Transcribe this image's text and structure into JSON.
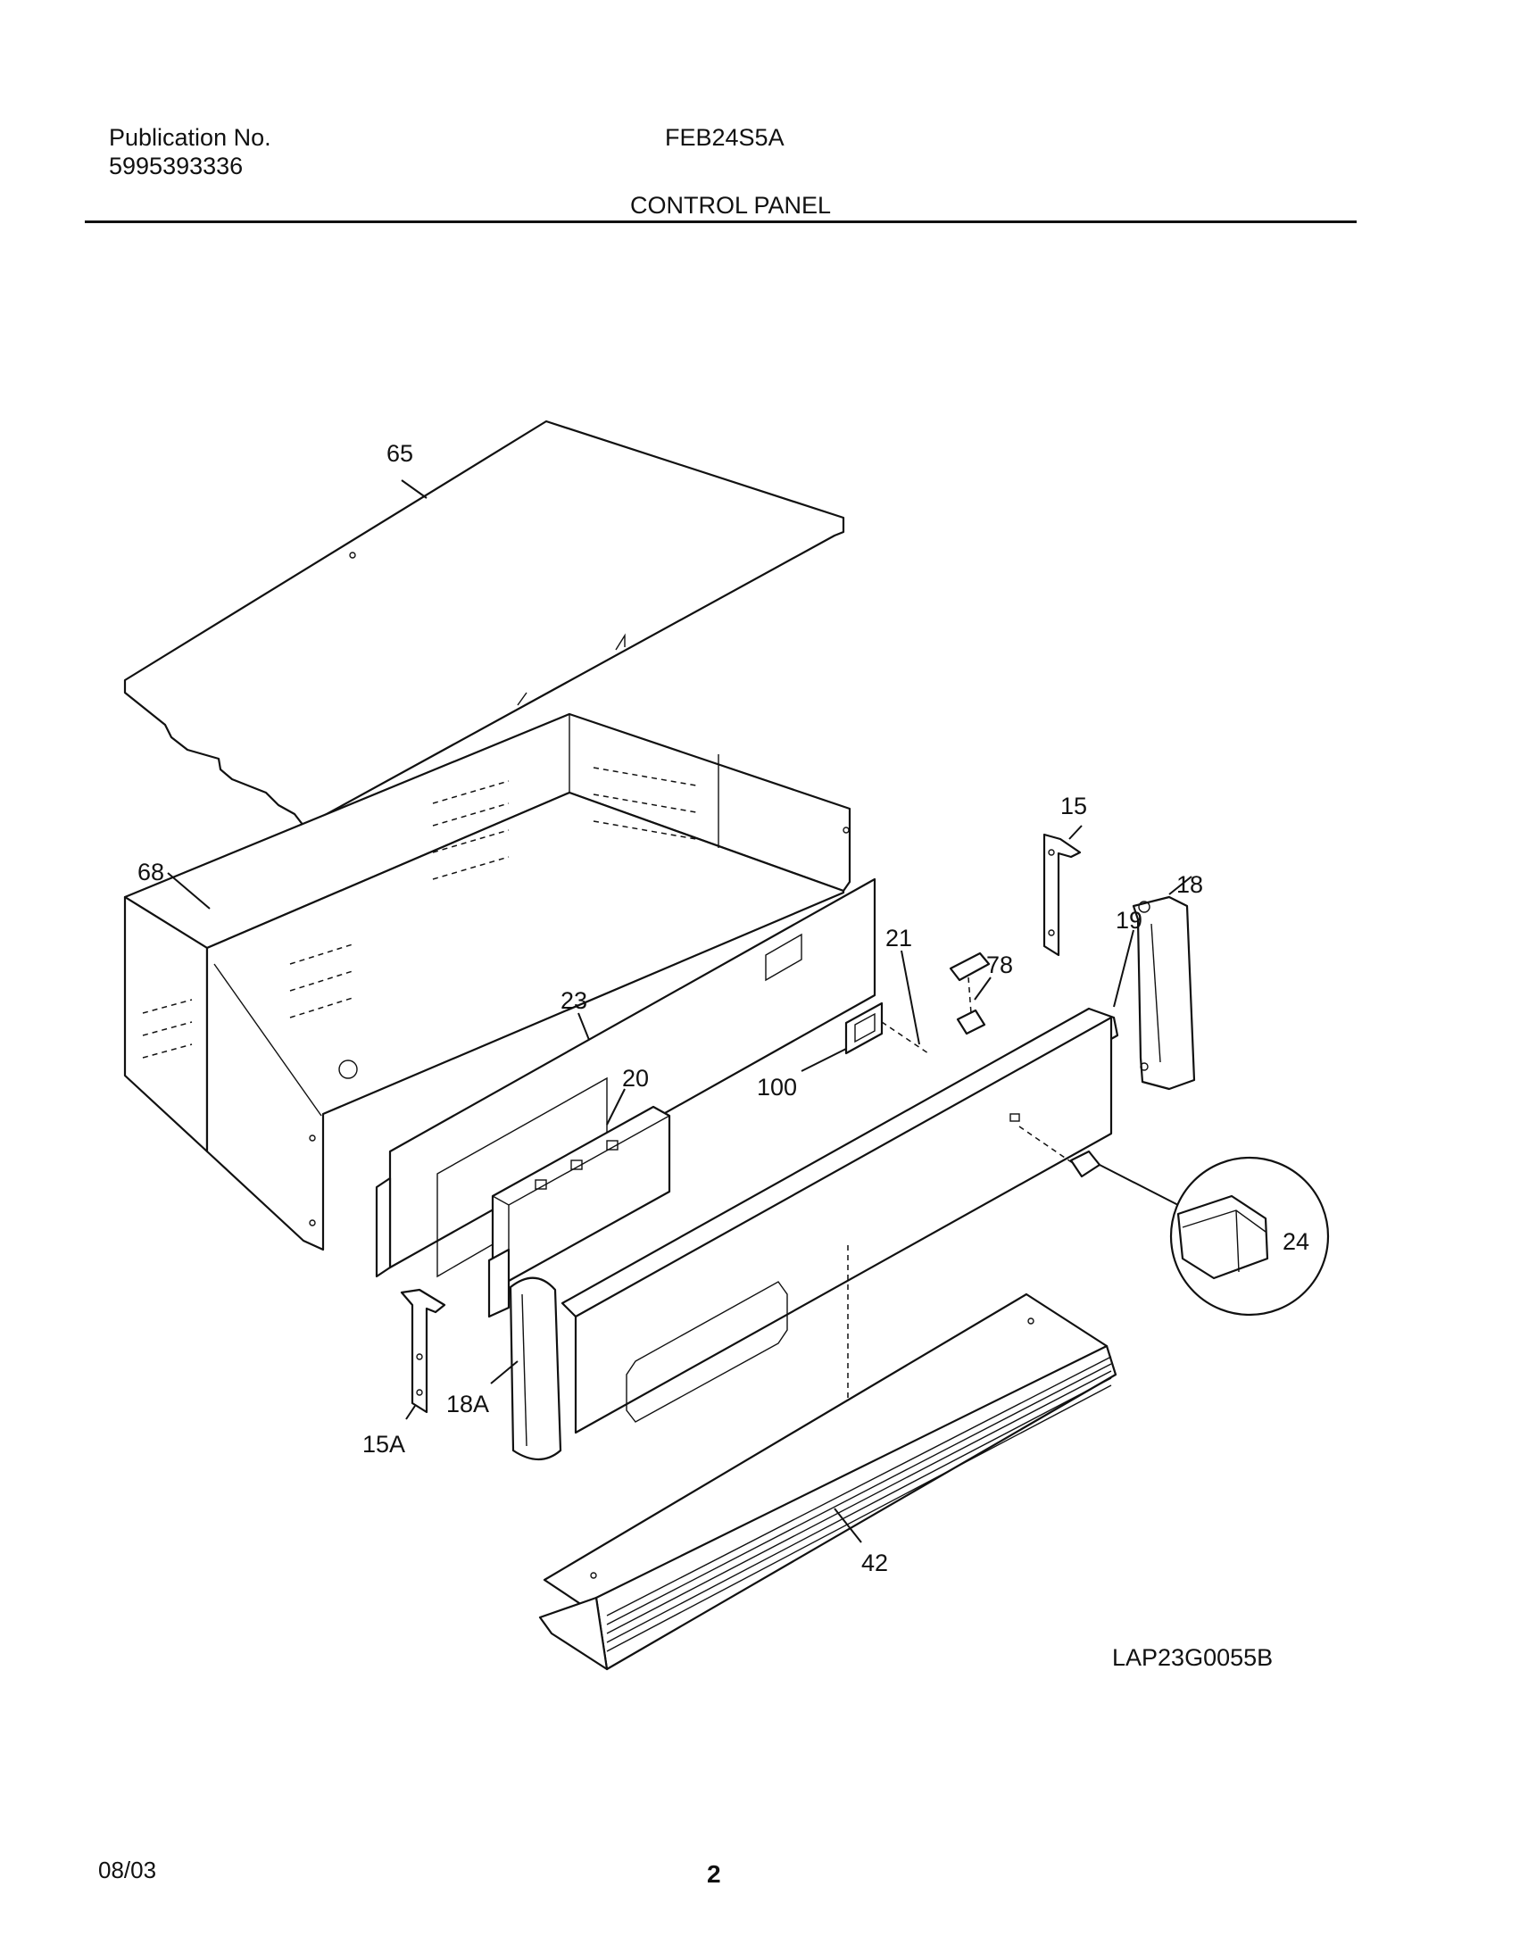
{
  "header": {
    "publication_label": "Publication No.",
    "publication_number": "5995393336",
    "model": "FEB24S5A",
    "section_title": "CONTROL PANEL"
  },
  "diagram": {
    "figure_code": "LAP23G0055B",
    "callouts": {
      "c65": "65",
      "c68": "68",
      "c15": "15",
      "c18": "18",
      "c19": "19",
      "c21": "21",
      "c78": "78",
      "c23": "23",
      "c20": "20",
      "c100": "100",
      "c24": "24",
      "c18a": "18A",
      "c15a": "15A",
      "c42": "42"
    }
  },
  "footer": {
    "date": "08/03",
    "page": "2"
  }
}
